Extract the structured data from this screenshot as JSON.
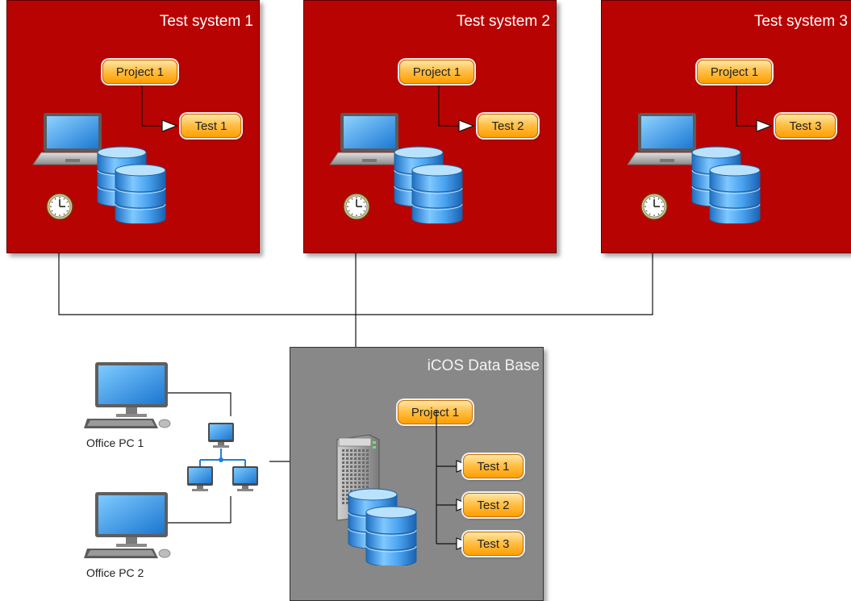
{
  "colors": {
    "system_fill": "#b80303",
    "db_fill": "#888888",
    "pill_border": "#c96f00",
    "wire": "#111111"
  },
  "systems": [
    {
      "title": "Test system 1",
      "project_label": "Project 1",
      "test_label": "Test 1",
      "icons": [
        "laptop-icon",
        "clock-icon",
        "database-icon"
      ]
    },
    {
      "title": "Test system 2",
      "project_label": "Project 1",
      "test_label": "Test 2",
      "icons": [
        "laptop-icon",
        "clock-icon",
        "database-icon"
      ]
    },
    {
      "title": "Test system 3",
      "project_label": "Project 1",
      "test_label": "Test 3",
      "icons": [
        "laptop-icon",
        "clock-icon",
        "database-icon"
      ]
    }
  ],
  "central_db": {
    "title": "iCOS Data Base",
    "project_label": "Project 1",
    "tests": [
      "Test 1",
      "Test 2",
      "Test 3"
    ],
    "icons": [
      "server-icon",
      "database-icon"
    ]
  },
  "office": {
    "pcs": [
      {
        "label": "Office PC 1",
        "icon": "desktop-pc-icon"
      },
      {
        "label": "Office PC 2",
        "icon": "desktop-pc-icon"
      }
    ],
    "network_icon": "network-icon"
  }
}
